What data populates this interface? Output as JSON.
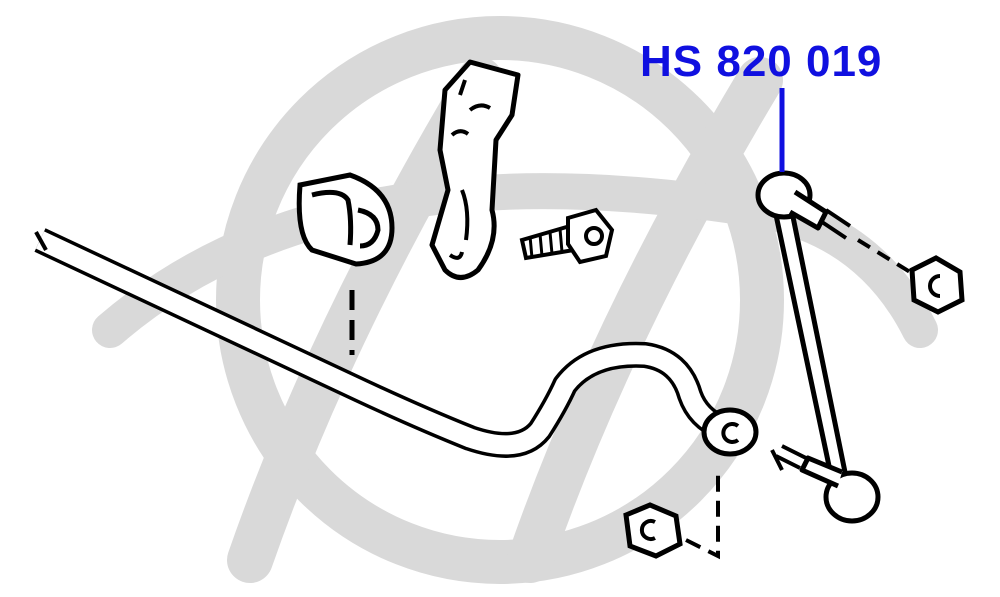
{
  "callout": {
    "part_number": "HS 820 019",
    "color": "#1010e0"
  },
  "watermark": {
    "kind": "logo",
    "color": "#d6d6d6"
  },
  "parts": {
    "stabilizer_bar": "stabilizer-bar",
    "bushing": "stabilizer-bushing",
    "bracket": "bushing-bracket",
    "bolt": "bracket-bolt",
    "stabilizer_link": "stabilizer-link",
    "link_nut_upper": "link-nut-upper",
    "link_nut_lower": "link-nut-lower"
  }
}
